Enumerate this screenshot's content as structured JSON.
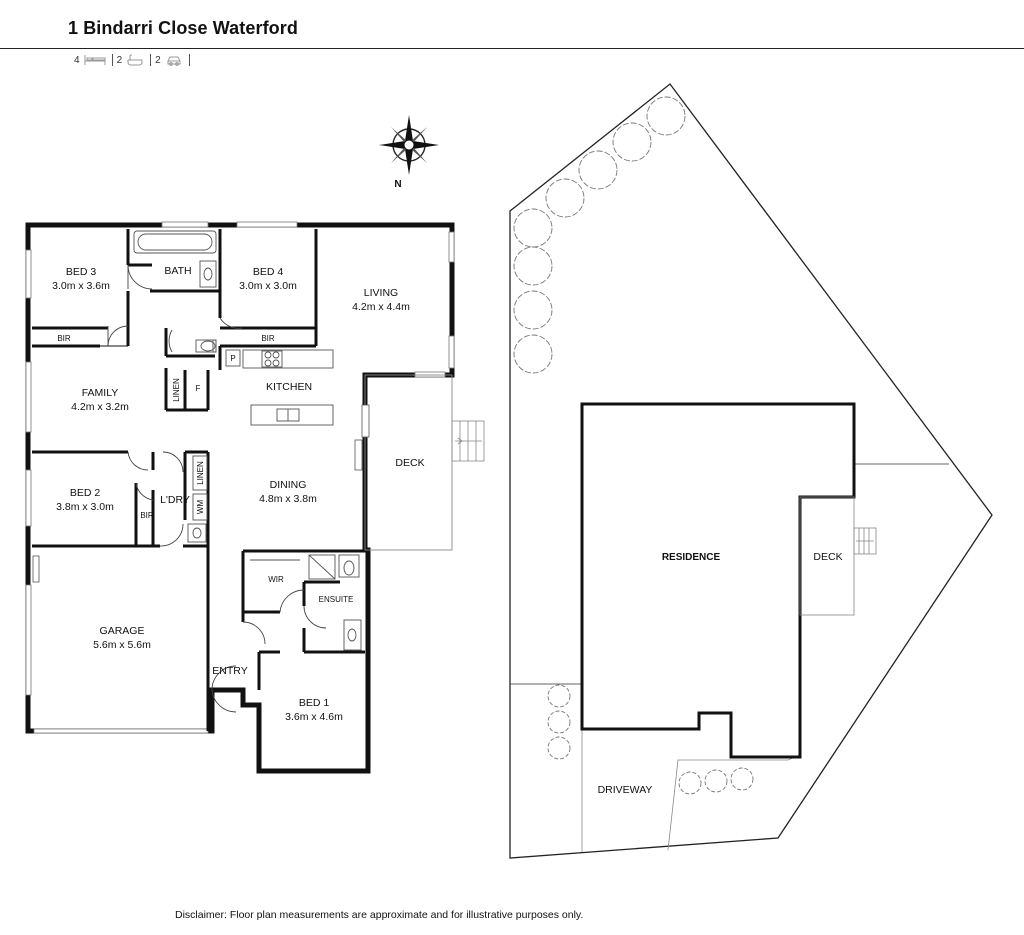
{
  "header": {
    "title": "1 Bindarri Close Waterford",
    "features": [
      {
        "count": "4",
        "icon": "bed-icon"
      },
      {
        "count": "2",
        "icon": "bath-icon"
      },
      {
        "count": "2",
        "icon": "car-icon"
      }
    ]
  },
  "compass": {
    "label": "N"
  },
  "rooms": {
    "bed3": {
      "name": "BED 3",
      "size": "3.0m x 3.6m"
    },
    "bath": {
      "name": "BATH"
    },
    "bed4": {
      "name": "BED 4",
      "size": "3.0m x 3.0m"
    },
    "living": {
      "name": "LIVING",
      "size": "4.2m x 4.4m"
    },
    "bir_bed3": {
      "name": "BIR"
    },
    "bir_bed4": {
      "name": "BIR"
    },
    "pantry": {
      "name": "P"
    },
    "kitchen": {
      "name": "KITCHEN"
    },
    "family": {
      "name": "FAMILY",
      "size": "4.2m x 3.2m"
    },
    "linen_top": {
      "name": "LINEN"
    },
    "fridge": {
      "name": "F"
    },
    "deck_main": {
      "name": "DECK"
    },
    "bed2": {
      "name": "BED 2",
      "size": "3.8m x 3.0m"
    },
    "bir_bed2": {
      "name": "BIR"
    },
    "laundry": {
      "name": "L'DRY"
    },
    "linen_low": {
      "name": "LINEN"
    },
    "wm": {
      "name": "WM"
    },
    "dining": {
      "name": "DINING",
      "size": "4.8m x 3.8m"
    },
    "wir": {
      "name": "WIR"
    },
    "ensuite": {
      "name": "ENSUITE"
    },
    "garage": {
      "name": "GARAGE",
      "size": "5.6m x 5.6m"
    },
    "entry": {
      "name": "ENTRY"
    },
    "bed1": {
      "name": "BED 1",
      "size": "3.6m x 4.6m"
    }
  },
  "site": {
    "residence": "RESIDENCE",
    "deck": "DECK",
    "driveway": "DRIVEWAY"
  },
  "disclaimer": "Disclaimer: Floor plan measurements are approximate and for illustrative purposes only."
}
